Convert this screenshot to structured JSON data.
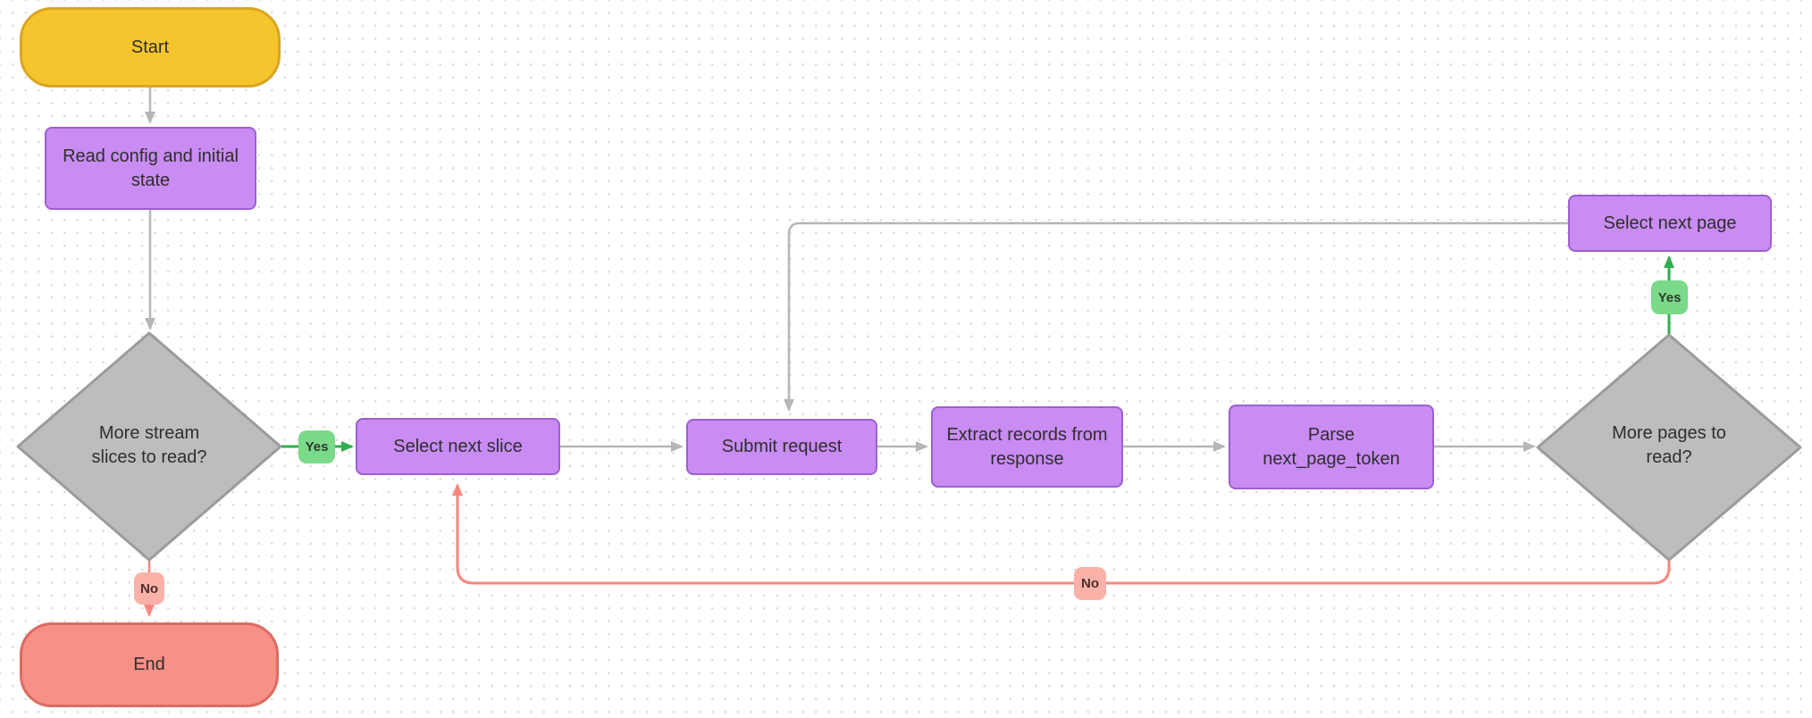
{
  "diagram": {
    "background_color": "#ffffff",
    "dot_grid_color": "#d9d9d9"
  },
  "nodes": {
    "start": {
      "label": "Start",
      "type": "terminator",
      "fill": "#F6C52E",
      "border": "#D9A521"
    },
    "read_config": {
      "label": "Read config and initial state",
      "type": "process",
      "fill": "#C98CF2",
      "border": "#9E5FD1"
    },
    "more_slices": {
      "label": "More stream slices to read?",
      "type": "decision",
      "fill": "#BDBDBD",
      "border": "#9B9B9B"
    },
    "select_next_slice": {
      "label": "Select next slice",
      "type": "process",
      "fill": "#C98CF2",
      "border": "#9E5FD1"
    },
    "submit_request": {
      "label": "Submit request",
      "type": "process",
      "fill": "#C98CF2",
      "border": "#9E5FD1"
    },
    "extract_records": {
      "label": "Extract records from response",
      "type": "process",
      "fill": "#C98CF2",
      "border": "#9E5FD1"
    },
    "parse_token": {
      "label": "Parse next_page_token",
      "type": "process",
      "fill": "#C98CF2",
      "border": "#9E5FD1"
    },
    "more_pages": {
      "label": "More pages to read?",
      "type": "decision",
      "fill": "#BDBDBD",
      "border": "#9B9B9B"
    },
    "select_next_page": {
      "label": "Select next page",
      "type": "process",
      "fill": "#C98CF2",
      "border": "#9E5FD1"
    },
    "end": {
      "label": "End",
      "type": "terminator",
      "fill": "#F79087",
      "border": "#DB6B62"
    }
  },
  "edge_labels": {
    "more_slices_yes": "Yes",
    "more_slices_no": "No",
    "more_pages_yes": "Yes",
    "more_pages_no": "No"
  },
  "colors": {
    "edge_gray": "#B6B6B6",
    "edge_green": "#2FAE4D",
    "edge_red": "#F9867E",
    "badge_green": "#7BD98A",
    "badge_red": "#FBB1A8",
    "text": "#2e2e2e"
  }
}
